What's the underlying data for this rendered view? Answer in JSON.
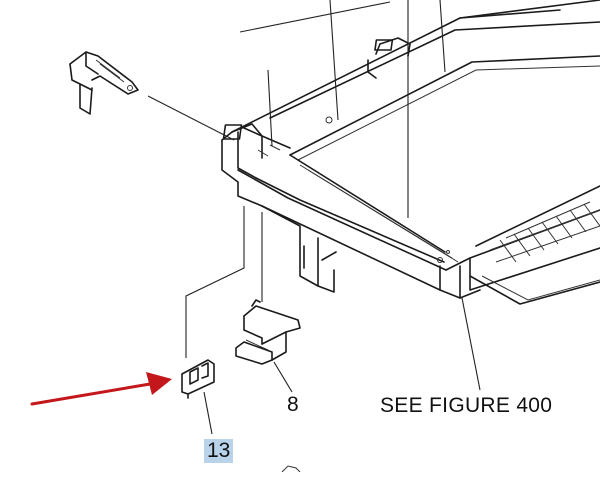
{
  "labels": {
    "part_8": "8",
    "part_13": "13",
    "see_figure": "SEE FIGURE 400"
  },
  "colors": {
    "line": "#1b1b1b",
    "arrow": "#c4171c",
    "highlight": "#b9d3ea",
    "background": "#ffffff"
  }
}
